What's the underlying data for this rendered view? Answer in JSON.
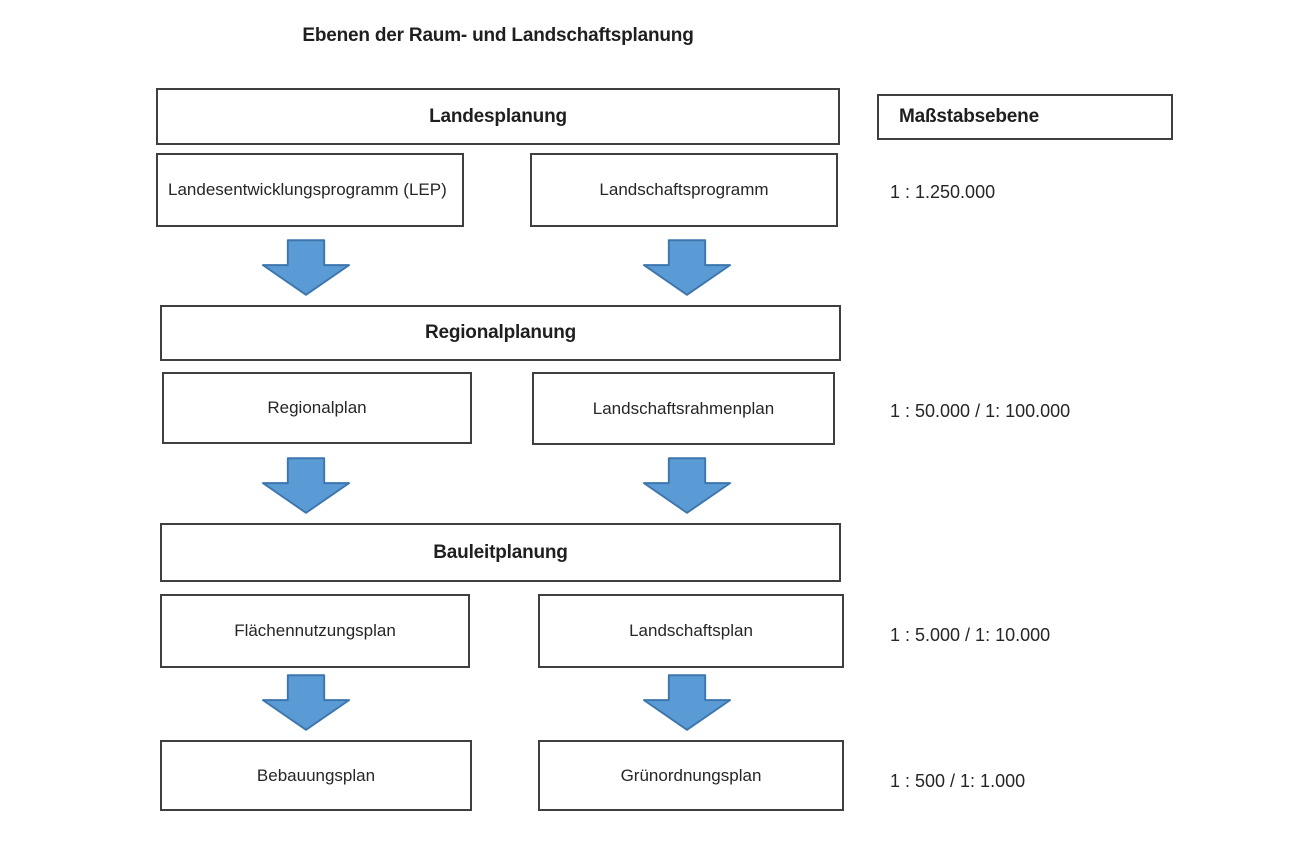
{
  "title": "Ebenen der Raum- und Landschaftsplanung",
  "scale_column": {
    "header": "Maßstabsebene"
  },
  "levels": [
    {
      "name": "Landesplanung",
      "left_plan": "Landesentwicklungsprogramm (LEP)",
      "right_plan": "Landschaftsprogramm",
      "scale": "1 : 1.250.000"
    },
    {
      "name": "Regionalplanung",
      "left_plan": "Regionalplan",
      "right_plan": "Landschaftsrahmenplan",
      "scale": "1 : 50.000 / 1: 100.000"
    },
    {
      "name": "Bauleitplanung",
      "left_plan": "Flächennutzungsplan",
      "right_plan": "Landschaftsplan",
      "scale": "1 : 5.000 / 1: 10.000"
    },
    {
      "left_plan": "Bebauungsplan",
      "right_plan": "Grünordnungsplan",
      "scale": "1 : 500 / 1: 1.000"
    }
  ],
  "colors": {
    "arrow_fill": "#5b9bd5",
    "arrow_stroke": "#3d76ad",
    "box_border": "#3f3f3f",
    "text": "#1f1f1f",
    "background": "#ffffff"
  }
}
